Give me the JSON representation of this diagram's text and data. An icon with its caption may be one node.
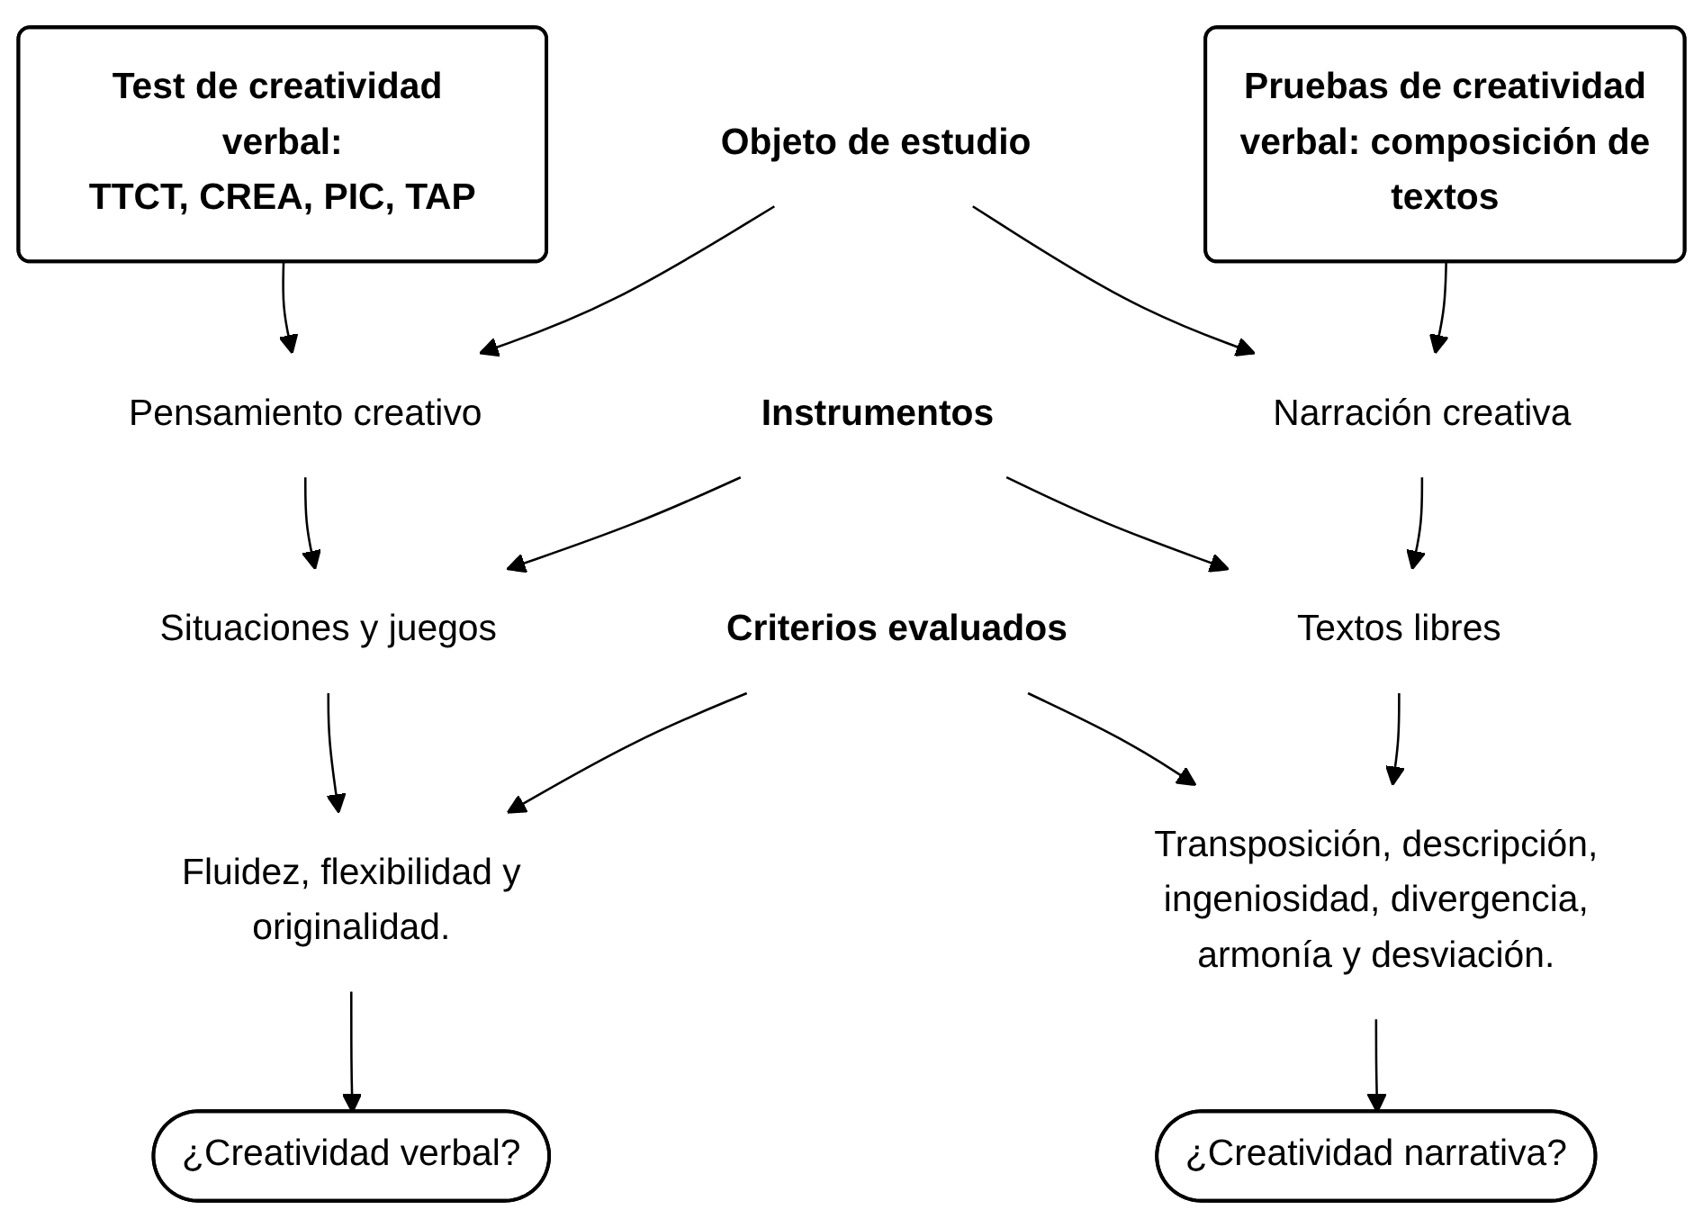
{
  "diagram": {
    "nodes": [
      {
        "text": [
          "Test de creatividad verbal: TTCT, CREA, PIC, TAP"
        ]
      },
      {
        "text": [
          "Pruebas de creatividad verbal: composición de textos"
        ]
      },
      {
        "text": [
          "Pensamiento creativo"
        ]
      },
      {
        "text": [
          "Objeto de estudio"
        ]
      },
      {
        "text": [
          "Narración creativa"
        ]
      },
      {
        "text": [
          "Situaciones y juegos"
        ]
      },
      {
        "text": [
          "Instrumentos"
        ]
      },
      {
        "text": [
          "Textos libres"
        ]
      },
      {
        "text": [
          "Fluidez, flexibilidad y originalidad."
        ]
      },
      {
        "text": [
          "Criterios evaluados"
        ]
      },
      {
        "text": [
          "Transposición, descripción, ingeniosidad, divergencia, armonía y desviación."
        ]
      },
      {
        "text": [
          "¿Creatividad verbal?"
        ]
      },
      {
        "text": [
          "¿Creatividad narrativa?"
        ]
      }
    ],
    "edges": [
      {
        "from": 0,
        "to": 2,
        "arrow": "to"
      },
      {
        "from": 3,
        "to": 2,
        "arrow": "to"
      },
      {
        "from": 3,
        "to": 4,
        "arrow": "to"
      },
      {
        "from": 1,
        "to": 4,
        "arrow": "to"
      },
      {
        "from": 2,
        "to": 5,
        "arrow": "to"
      },
      {
        "from": 6,
        "to": 5,
        "arrow": "to"
      },
      {
        "from": 6,
        "to": 7,
        "arrow": "to"
      },
      {
        "from": 4,
        "to": 7,
        "arrow": "to"
      },
      {
        "from": 5,
        "to": 8,
        "arrow": "to"
      },
      {
        "from": 9,
        "to": 8,
        "arrow": "to"
      },
      {
        "from": 9,
        "to": 10,
        "arrow": "to"
      },
      {
        "from": 7,
        "to": 10,
        "arrow": "to"
      },
      {
        "from": 8,
        "to": 11,
        "arrow": "to"
      },
      {
        "from": 10,
        "to": 12,
        "arrow": "to"
      }
    ]
  }
}
